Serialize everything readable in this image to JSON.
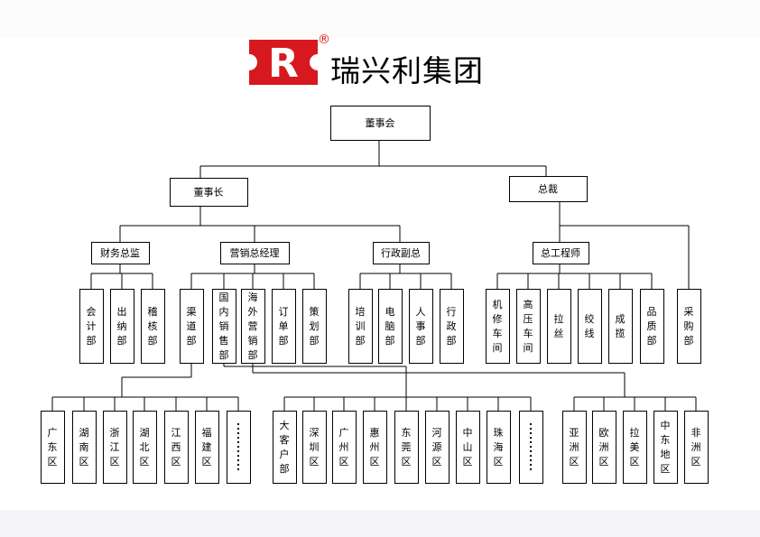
{
  "brand": {
    "logo_letter": "R",
    "registered": "®",
    "name": "瑞兴利集团",
    "logo_color": "#d7191f"
  },
  "org": {
    "board": "董事会",
    "chairman": "董事长",
    "president": "总裁",
    "finance_director": "财务总监",
    "marketing_gm": "营销总经理",
    "admin_vp": "行政副总",
    "chief_engineer": "总工程师",
    "finance_depts": [
      "会计部",
      "出纳部",
      "稽核部"
    ],
    "marketing_depts": [
      "渠道部",
      "国内销售部",
      "海外营销部",
      "订单部",
      "策划部"
    ],
    "admin_depts": [
      "培训部",
      "电脑部",
      "人事部",
      "行政部"
    ],
    "engineering_depts": [
      "机修车间",
      "高压车间",
      "拉丝",
      "绞线",
      "成揽",
      "品质部"
    ],
    "purchasing": "采购部",
    "channel_regions": [
      "广东区",
      "湖南区",
      "浙江区",
      "湖北区",
      "江西区",
      "福建区",
      "……"
    ],
    "domestic_regions": [
      "大客户部",
      "深圳区",
      "广州区",
      "惠州区",
      "东莞区",
      "河源区",
      "中山区",
      "珠海区",
      "……"
    ],
    "overseas_regions": [
      "亚洲区",
      "欧洲区",
      "拉美区",
      "中东地区",
      "非洲区"
    ]
  }
}
